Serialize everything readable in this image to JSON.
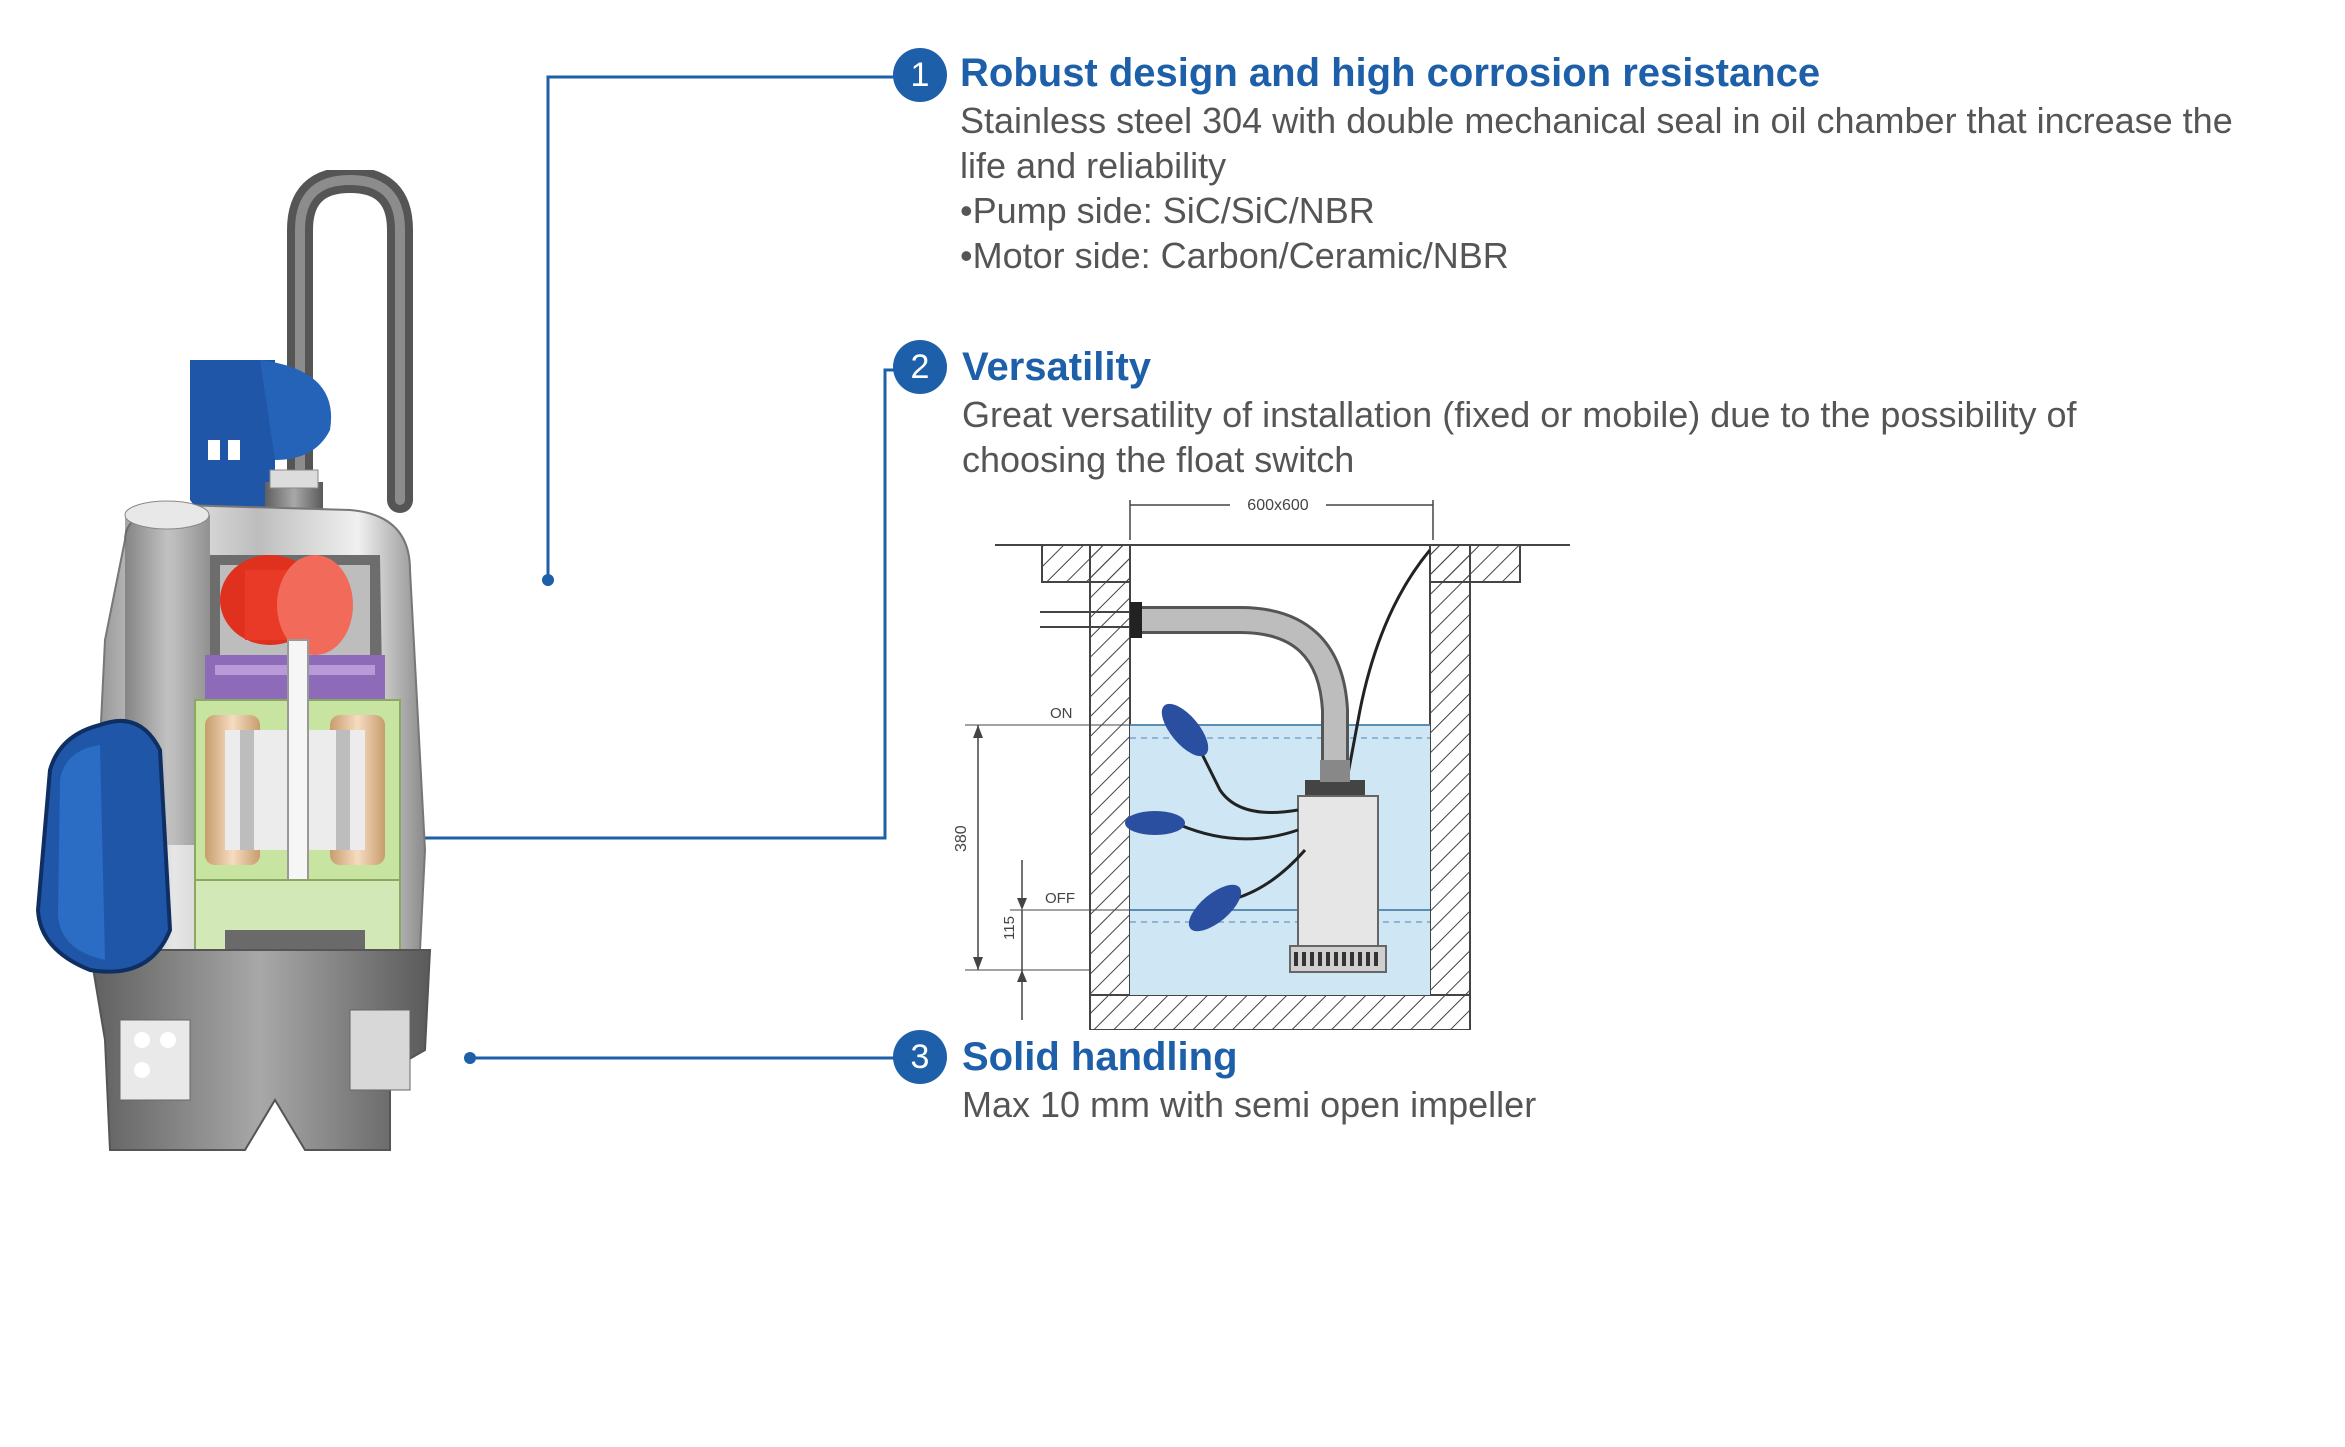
{
  "colors": {
    "accent": "#1d5fa8",
    "body_text": "#555555",
    "water": "#cfe6f5"
  },
  "features": [
    {
      "number": "1",
      "title": "Robust design and high corrosion resistance",
      "lines": [
        "Stainless steel 304 with double mechanical seal in oil chamber that increase the",
        "life and reliability",
        "•Pump side: SiC/SiC/NBR",
        "•Motor side: Carbon/Ceramic/NBR"
      ]
    },
    {
      "number": "2",
      "title": "Versatility",
      "lines": [
        "Great versatility of installation (fixed or mobile) due to the possibility of",
        "choosing the float switch"
      ]
    },
    {
      "number": "3",
      "title": "Solid handling",
      "lines": [
        "Max 10 mm with semi open impeller"
      ]
    }
  ],
  "installation_diagram": {
    "width_label": "600x600",
    "on_label": "ON",
    "off_label": "OFF",
    "height_label": "380",
    "bottom_label": "115"
  }
}
